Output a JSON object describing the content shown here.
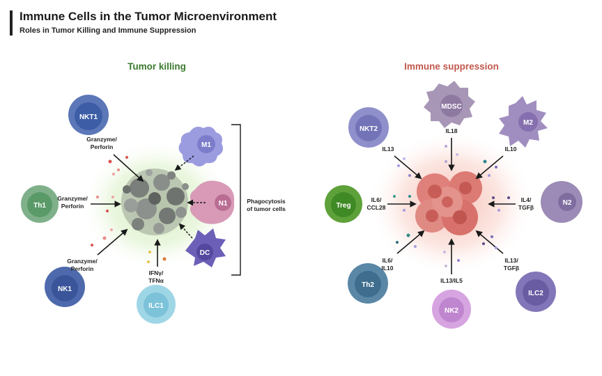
{
  "header": {
    "title": "Immune Cells in the Tumor Microenvironment",
    "subtitle": "Roles in Tumor Killing and Immune Suppression"
  },
  "colors": {
    "killing_heading": "#3b7a2e",
    "suppression_heading": "#c1594c",
    "tumor_glow": "#d9f0c4",
    "suppression_glow": "#f8cfc6"
  },
  "killing": {
    "heading": "Tumor killing",
    "cells": {
      "nkt1": "NKT1",
      "th1": "Th1",
      "nk1": "NK1",
      "ilc1": "ILC1",
      "m1": "M1",
      "n1": "N1",
      "dc": "DC"
    },
    "labels": {
      "nkt1_line1": "Granzyme/",
      "nkt1_line2": "Perforin",
      "th1_line1": "Granzyme/",
      "th1_line2": "Perforin",
      "nk1_line1": "Granzyme/",
      "nk1_line2": "Perforin",
      "ilc1_line1": "IFNγ/",
      "ilc1_line2": "TFNα"
    },
    "bracket_label_line1": "Phagocytosis",
    "bracket_label_line2": "of tumor cells"
  },
  "suppression": {
    "heading": "Immune suppression",
    "cells": {
      "mdsc": "MDSC",
      "nkt2": "NKT2",
      "m2": "M2",
      "treg": "Treg",
      "n2": "N2",
      "th2": "Th2",
      "nk2": "NK2",
      "ilc2": "ILC2"
    },
    "labels": {
      "mdsc": "IL18",
      "nkt2": "IL13",
      "m2": "IL10",
      "treg_line1": "IL6/",
      "treg_line2": "CCL28",
      "n2_line1": "IL4/",
      "n2_line2": "TGFβ",
      "th2_line1": "IL6/",
      "th2_line2": "IL10",
      "nk2": "IL13/IL5",
      "ilc2_line1": "IL13/",
      "ilc2_line2": "TGFβ"
    }
  }
}
